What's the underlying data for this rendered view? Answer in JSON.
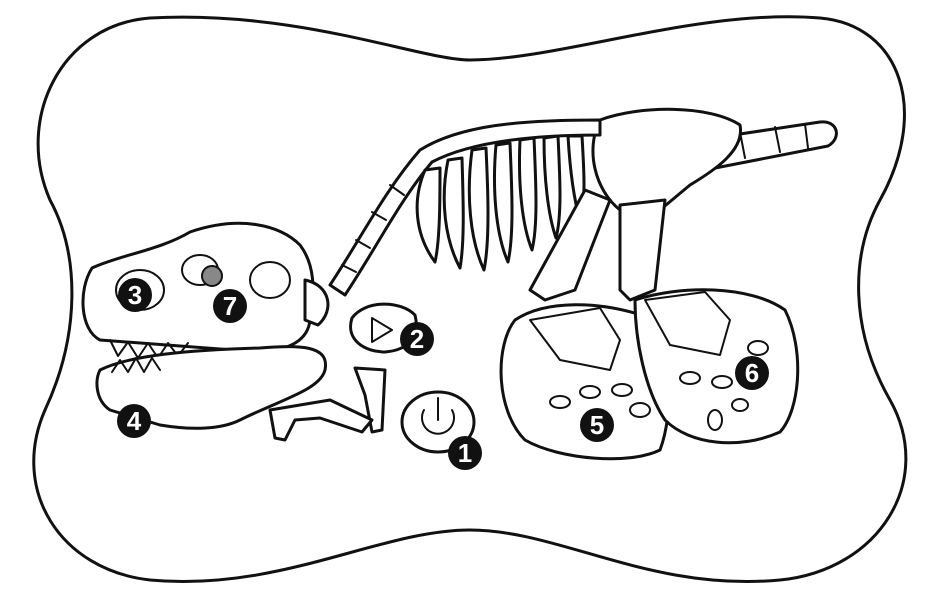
{
  "diagram": {
    "callouts": [
      {
        "label": "1"
      },
      {
        "label": "2"
      },
      {
        "label": "3"
      },
      {
        "label": "4"
      },
      {
        "label": "5"
      },
      {
        "label": "6"
      },
      {
        "label": "7"
      }
    ],
    "icons": {
      "power": "power-icon",
      "play": "play-icon",
      "eye_light": "light-indicator"
    }
  }
}
